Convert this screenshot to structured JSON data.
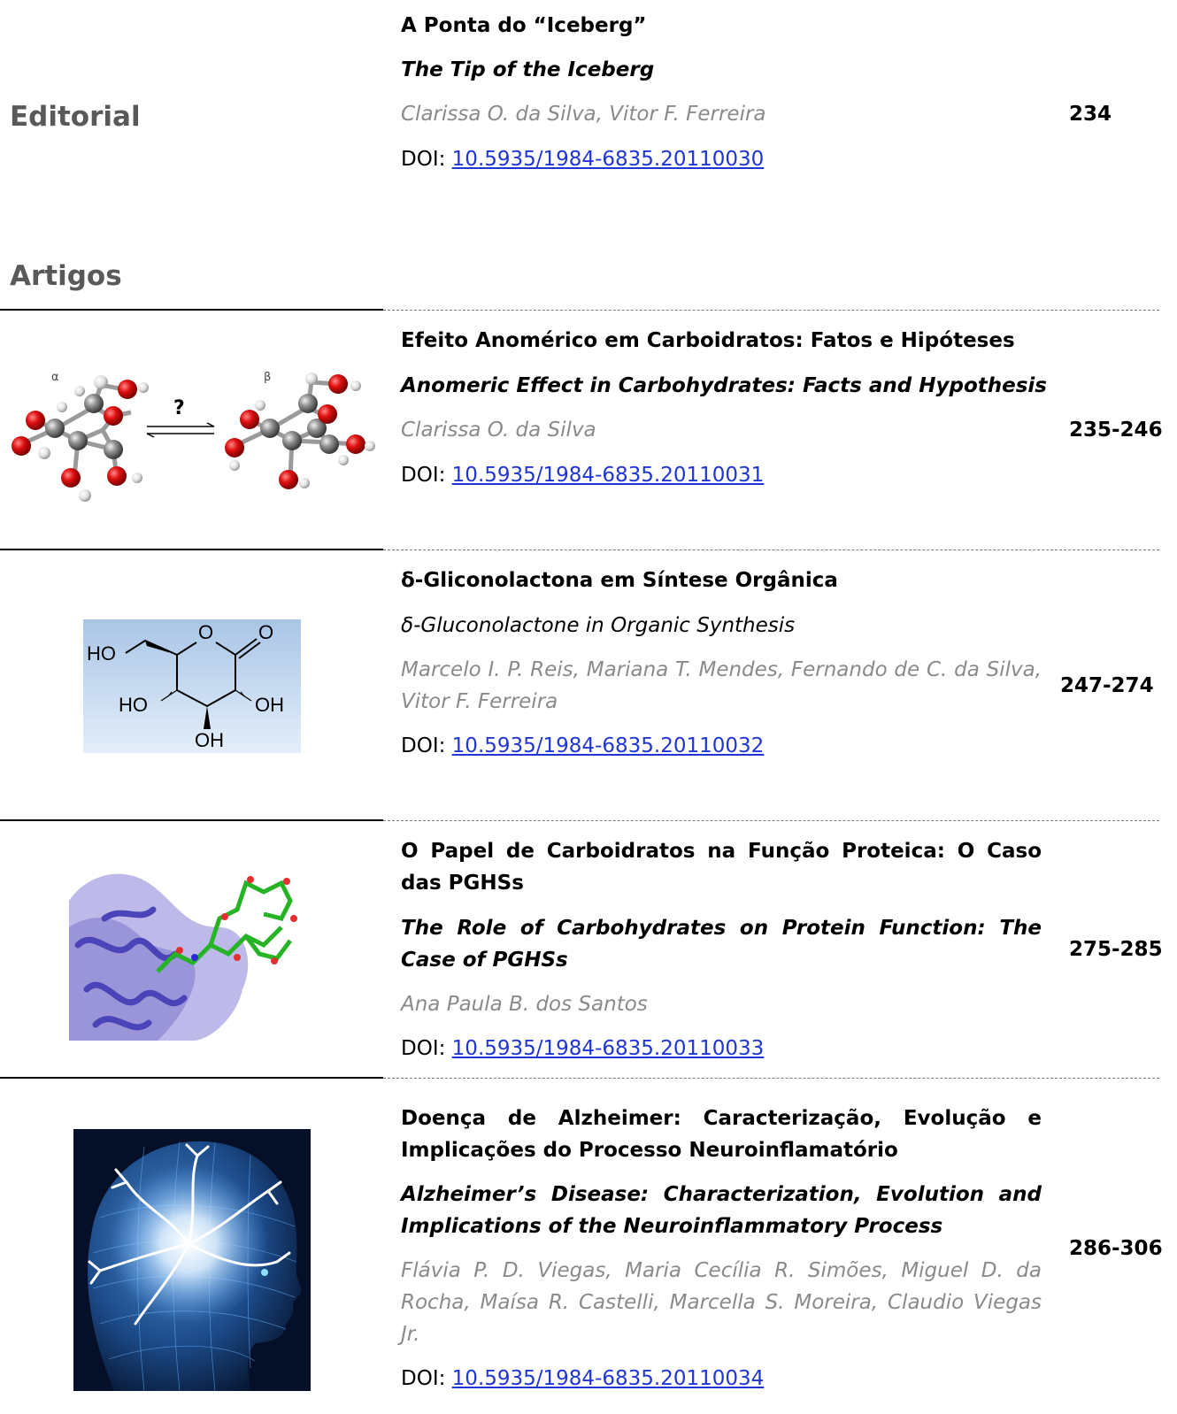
{
  "editorial": {
    "section_label": "Editorial",
    "title": "A Ponta do “Iceberg”",
    "subtitle": "The Tip of the Iceberg",
    "authors": "Clarissa O. da Silva, Vitor F. Ferreira",
    "doi_prefix": "DOI: ",
    "doi": "10.5935/1984-6835.20110030",
    "pages": "234"
  },
  "articles": {
    "section_label": "Artigos",
    "items": [
      {
        "title": "Efeito Anomérico em Carboidratos: Fatos e Hipóteses",
        "subtitle": "Anomeric Effect in Carbohydrates: Facts and Hypothesis",
        "authors": "Clarissa O. da Silva",
        "doi_prefix": "DOI: ",
        "doi": "10.5935/1984-6835.20110031",
        "pages": "235-246",
        "figure": {
          "alpha": "α",
          "beta": "β",
          "question": "?"
        }
      },
      {
        "title": "δ-Gliconolactona em Síntese Orgânica",
        "subtitle": "δ-Gluconolactone in Organic Synthesis",
        "authors": "Marcelo I. P. Reis, Mariana T. Mendes, Fernando de C. da Silva, Vitor F. Ferreira",
        "doi_prefix": "DOI: ",
        "doi": "10.5935/1984-6835.20110032",
        "pages": "247-274",
        "figure": {
          "ho1": "HO",
          "o_ring": "O",
          "o_carbonyl": "O",
          "ho2": "HO",
          "oh1": "OH",
          "oh2": "OH"
        }
      },
      {
        "title": "O Papel de Carboidratos na Função Proteica: O Caso das PGHSs",
        "subtitle": "The Role of Carbohydrates on Protein Function: The Case of PGHSs",
        "authors": "Ana Paula B. dos Santos",
        "doi_prefix": "DOI: ",
        "doi": "10.5935/1984-6835.20110033",
        "pages": "275-285"
      },
      {
        "title": "Doença de Alzheimer: Caracterização, Evolução e Implicações do Processo Neuroinflamatório",
        "subtitle": "Alzheimer’s Disease: Characterization, Evolution and Implications of the Neuroinflammatory Process",
        "authors": "Flávia P. D. Viegas, Maria Cecília R. Simões, Miguel D. da Rocha, Maísa R. Castelli, Marcella S. Moreira, Claudio Viegas Jr.",
        "doi_prefix": "DOI: ",
        "doi": "10.5935/1984-6835.20110034",
        "pages": "286-306"
      }
    ]
  },
  "colors": {
    "section_label": "#595959",
    "authors": "#8a8a8a",
    "link": "#1f35d6"
  }
}
